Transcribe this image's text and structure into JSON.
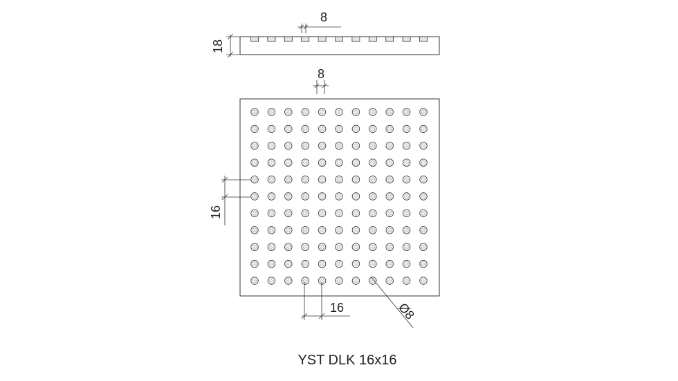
{
  "title": "YST DLK 16x16",
  "dimensions": {
    "side_thickness": "18",
    "side_stud_spacing": "8",
    "top_stud_spacing": "8",
    "vertical_pitch": "16",
    "horizontal_pitch": "16",
    "stud_diameter": "Ø8"
  },
  "grid": {
    "rows": 11,
    "columns": 11
  },
  "colors": {
    "line": "#333333",
    "stud_fill": "#f2f2f2",
    "background": "#ffffff"
  }
}
